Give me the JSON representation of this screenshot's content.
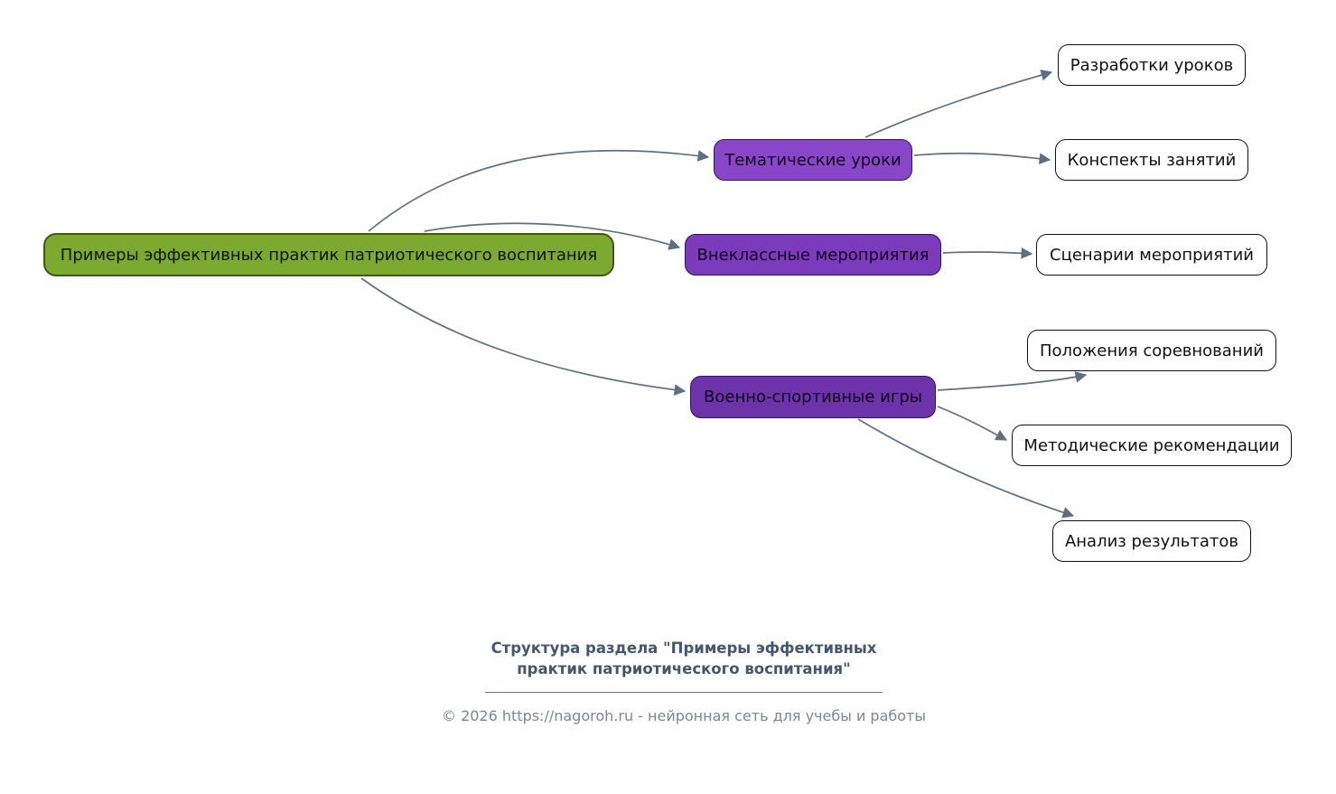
{
  "mindmap": {
    "root": {
      "label": "Примеры эффективных практик патриотического воспитания"
    },
    "branches": [
      {
        "label": "Тематические уроки",
        "children": [
          {
            "label": "Разработки уроков"
          },
          {
            "label": "Конспекты занятий"
          }
        ]
      },
      {
        "label": "Внеклассные мероприятия",
        "children": [
          {
            "label": "Сценарии мероприятий"
          }
        ]
      },
      {
        "label": "Военно-спортивные игры",
        "children": [
          {
            "label": "Положения соревнований"
          },
          {
            "label": "Методические рекомендации"
          },
          {
            "label": "Анализ результатов"
          }
        ]
      }
    ]
  },
  "colors": {
    "root_fill": "#7ca92f",
    "root_border": "#40590f",
    "branch_fills": [
      "#8a46c9",
      "#7c3abc",
      "#6d33ab"
    ],
    "branch_border": "#321457",
    "leaf_fill": "#ffffff",
    "leaf_border": "#111111",
    "arrow": "#5d7082",
    "footer_title": "#44576e",
    "footer_text": "#76889c"
  },
  "footer": {
    "title_line1": "Структура раздела \"Примеры эффективных",
    "title_line2": "практик патриотического воспитания\"",
    "copyright": "© 2026 https://nagoroh.ru - нейронная сеть для учебы и работы"
  }
}
